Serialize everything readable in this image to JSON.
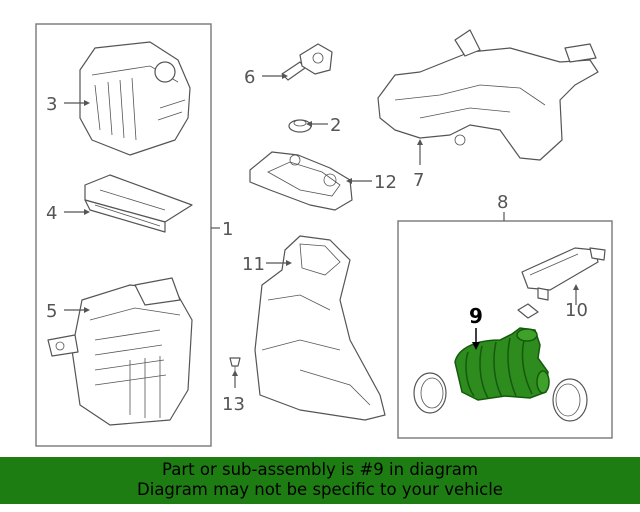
{
  "callouts": {
    "c1": "1",
    "c2": "2",
    "c3": "3",
    "c4": "4",
    "c5": "5",
    "c6": "6",
    "c7": "7",
    "c8": "8",
    "c9": "9",
    "c10": "10",
    "c11": "11",
    "c12": "12",
    "c13": "13"
  },
  "highlight": {
    "part_number": "9",
    "color": "#2e8b1e",
    "dark": "#145a0c"
  },
  "banner": {
    "line1": "Part or sub-assembly is #9 in diagram",
    "line2": "Diagram may not be specific to your vehicle",
    "background": "#1e7d12"
  }
}
